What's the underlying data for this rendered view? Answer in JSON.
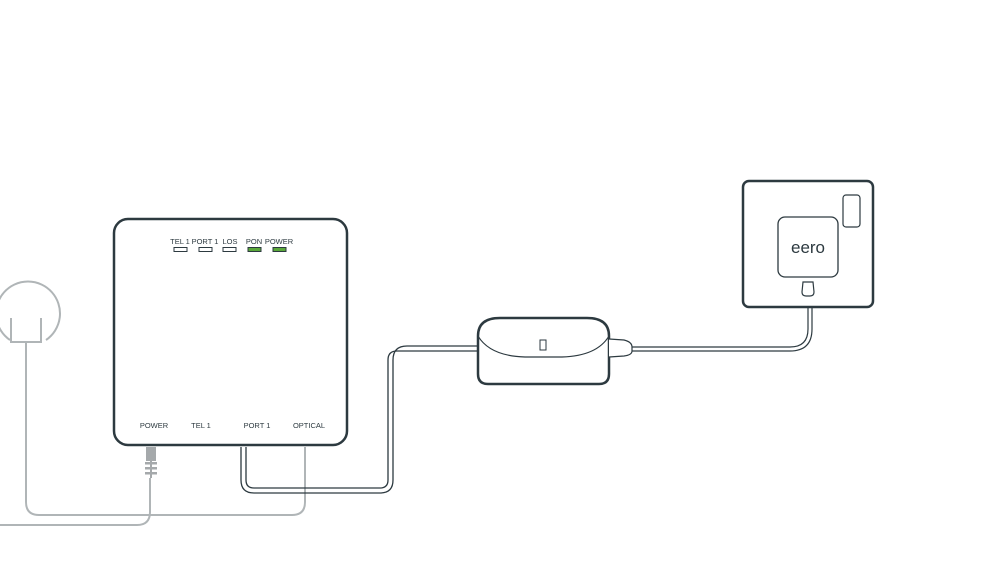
{
  "diagram": {
    "ont": {
      "led_indicators": [
        {
          "label": "TEL 1",
          "state": "off"
        },
        {
          "label": "PORT 1",
          "state": "off"
        },
        {
          "label": "LOS",
          "state": "off"
        },
        {
          "label": "PON",
          "state": "on"
        },
        {
          "label": "POWER",
          "state": "on"
        }
      ],
      "ports": [
        {
          "label": "POWER"
        },
        {
          "label": "TEL 1"
        },
        {
          "label": "PORT 1"
        },
        {
          "label": "OPTICAL"
        }
      ]
    },
    "router": {
      "brand": "eero"
    }
  },
  "colors": {
    "outline": "#2d3a40",
    "cable_grey": "#b0b5b7",
    "led_on": "#5aa83a",
    "led_off": "#ffffff",
    "background": "#ffffff"
  }
}
